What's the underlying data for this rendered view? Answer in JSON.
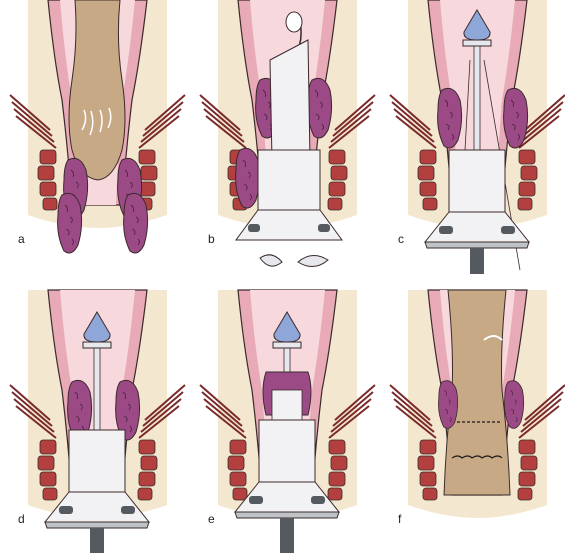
{
  "panels": [
    {
      "label": "a"
    },
    {
      "label": "b"
    },
    {
      "label": "c"
    },
    {
      "label": "d"
    },
    {
      "label": "e"
    },
    {
      "label": "f"
    }
  ],
  "colors": {
    "skin": "#f4e7cf",
    "tissue_pink": "#e9aab8",
    "tissue_light": "#f6d8dd",
    "canal_tan": "#c8a985",
    "muscle_red": "#b3403f",
    "muscle_dark": "#7a2a2a",
    "hemorrhoid_purple": "#9b4a86",
    "hemorrhoid_light": "#c78ab6",
    "instrument_white": "#f2f2f4",
    "instrument_grey": "#bfc3c8",
    "anvil_blue": "#8fa7d8",
    "shaft_dark": "#555a60",
    "outline": "#3a2a2a"
  }
}
